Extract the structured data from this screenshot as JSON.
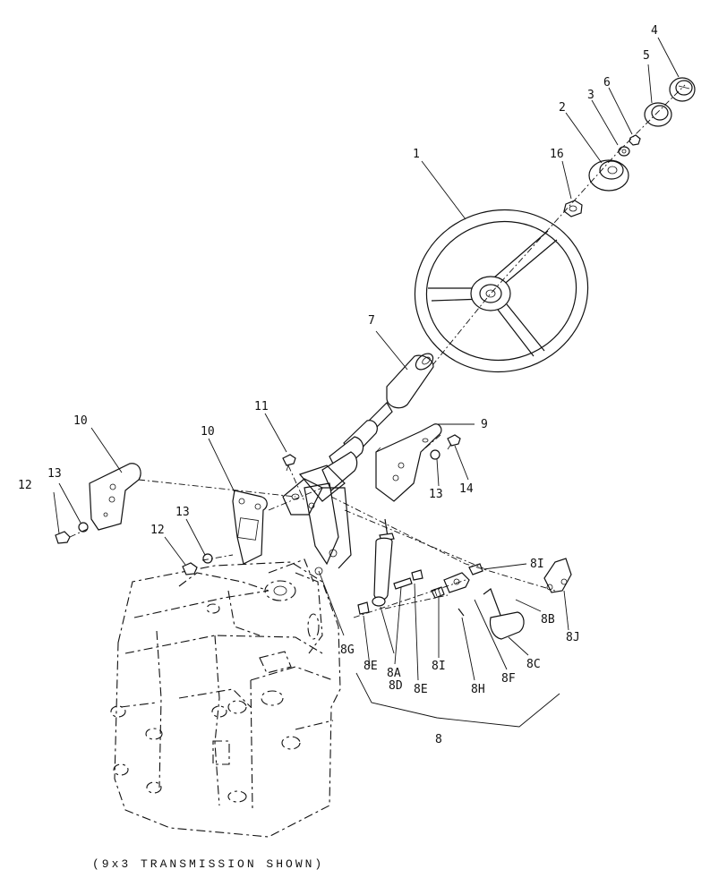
{
  "caption": "(9x3 TRANSMISSION SHOWN)",
  "callouts": {
    "c1": "1",
    "c2": "2",
    "c3": "3",
    "c4": "4",
    "c5": "5",
    "c6": "6",
    "c16": "16",
    "c7": "7",
    "c9": "9",
    "c11": "11",
    "c10a": "10",
    "c10b": "10",
    "c12a": "12",
    "c12b": "12",
    "c13a": "13",
    "c13b": "13",
    "c13c": "13",
    "c14": "14",
    "c8": "8",
    "c8A": "8A",
    "c8B": "8B",
    "c8C": "8C",
    "c8D": "8D",
    "c8Ea": "8E",
    "c8Eb": "8E",
    "c8F": "8F",
    "c8G": "8G",
    "c8H": "8H",
    "c8Ia": "8I",
    "c8Ib": "8I",
    "c8J": "8J"
  }
}
